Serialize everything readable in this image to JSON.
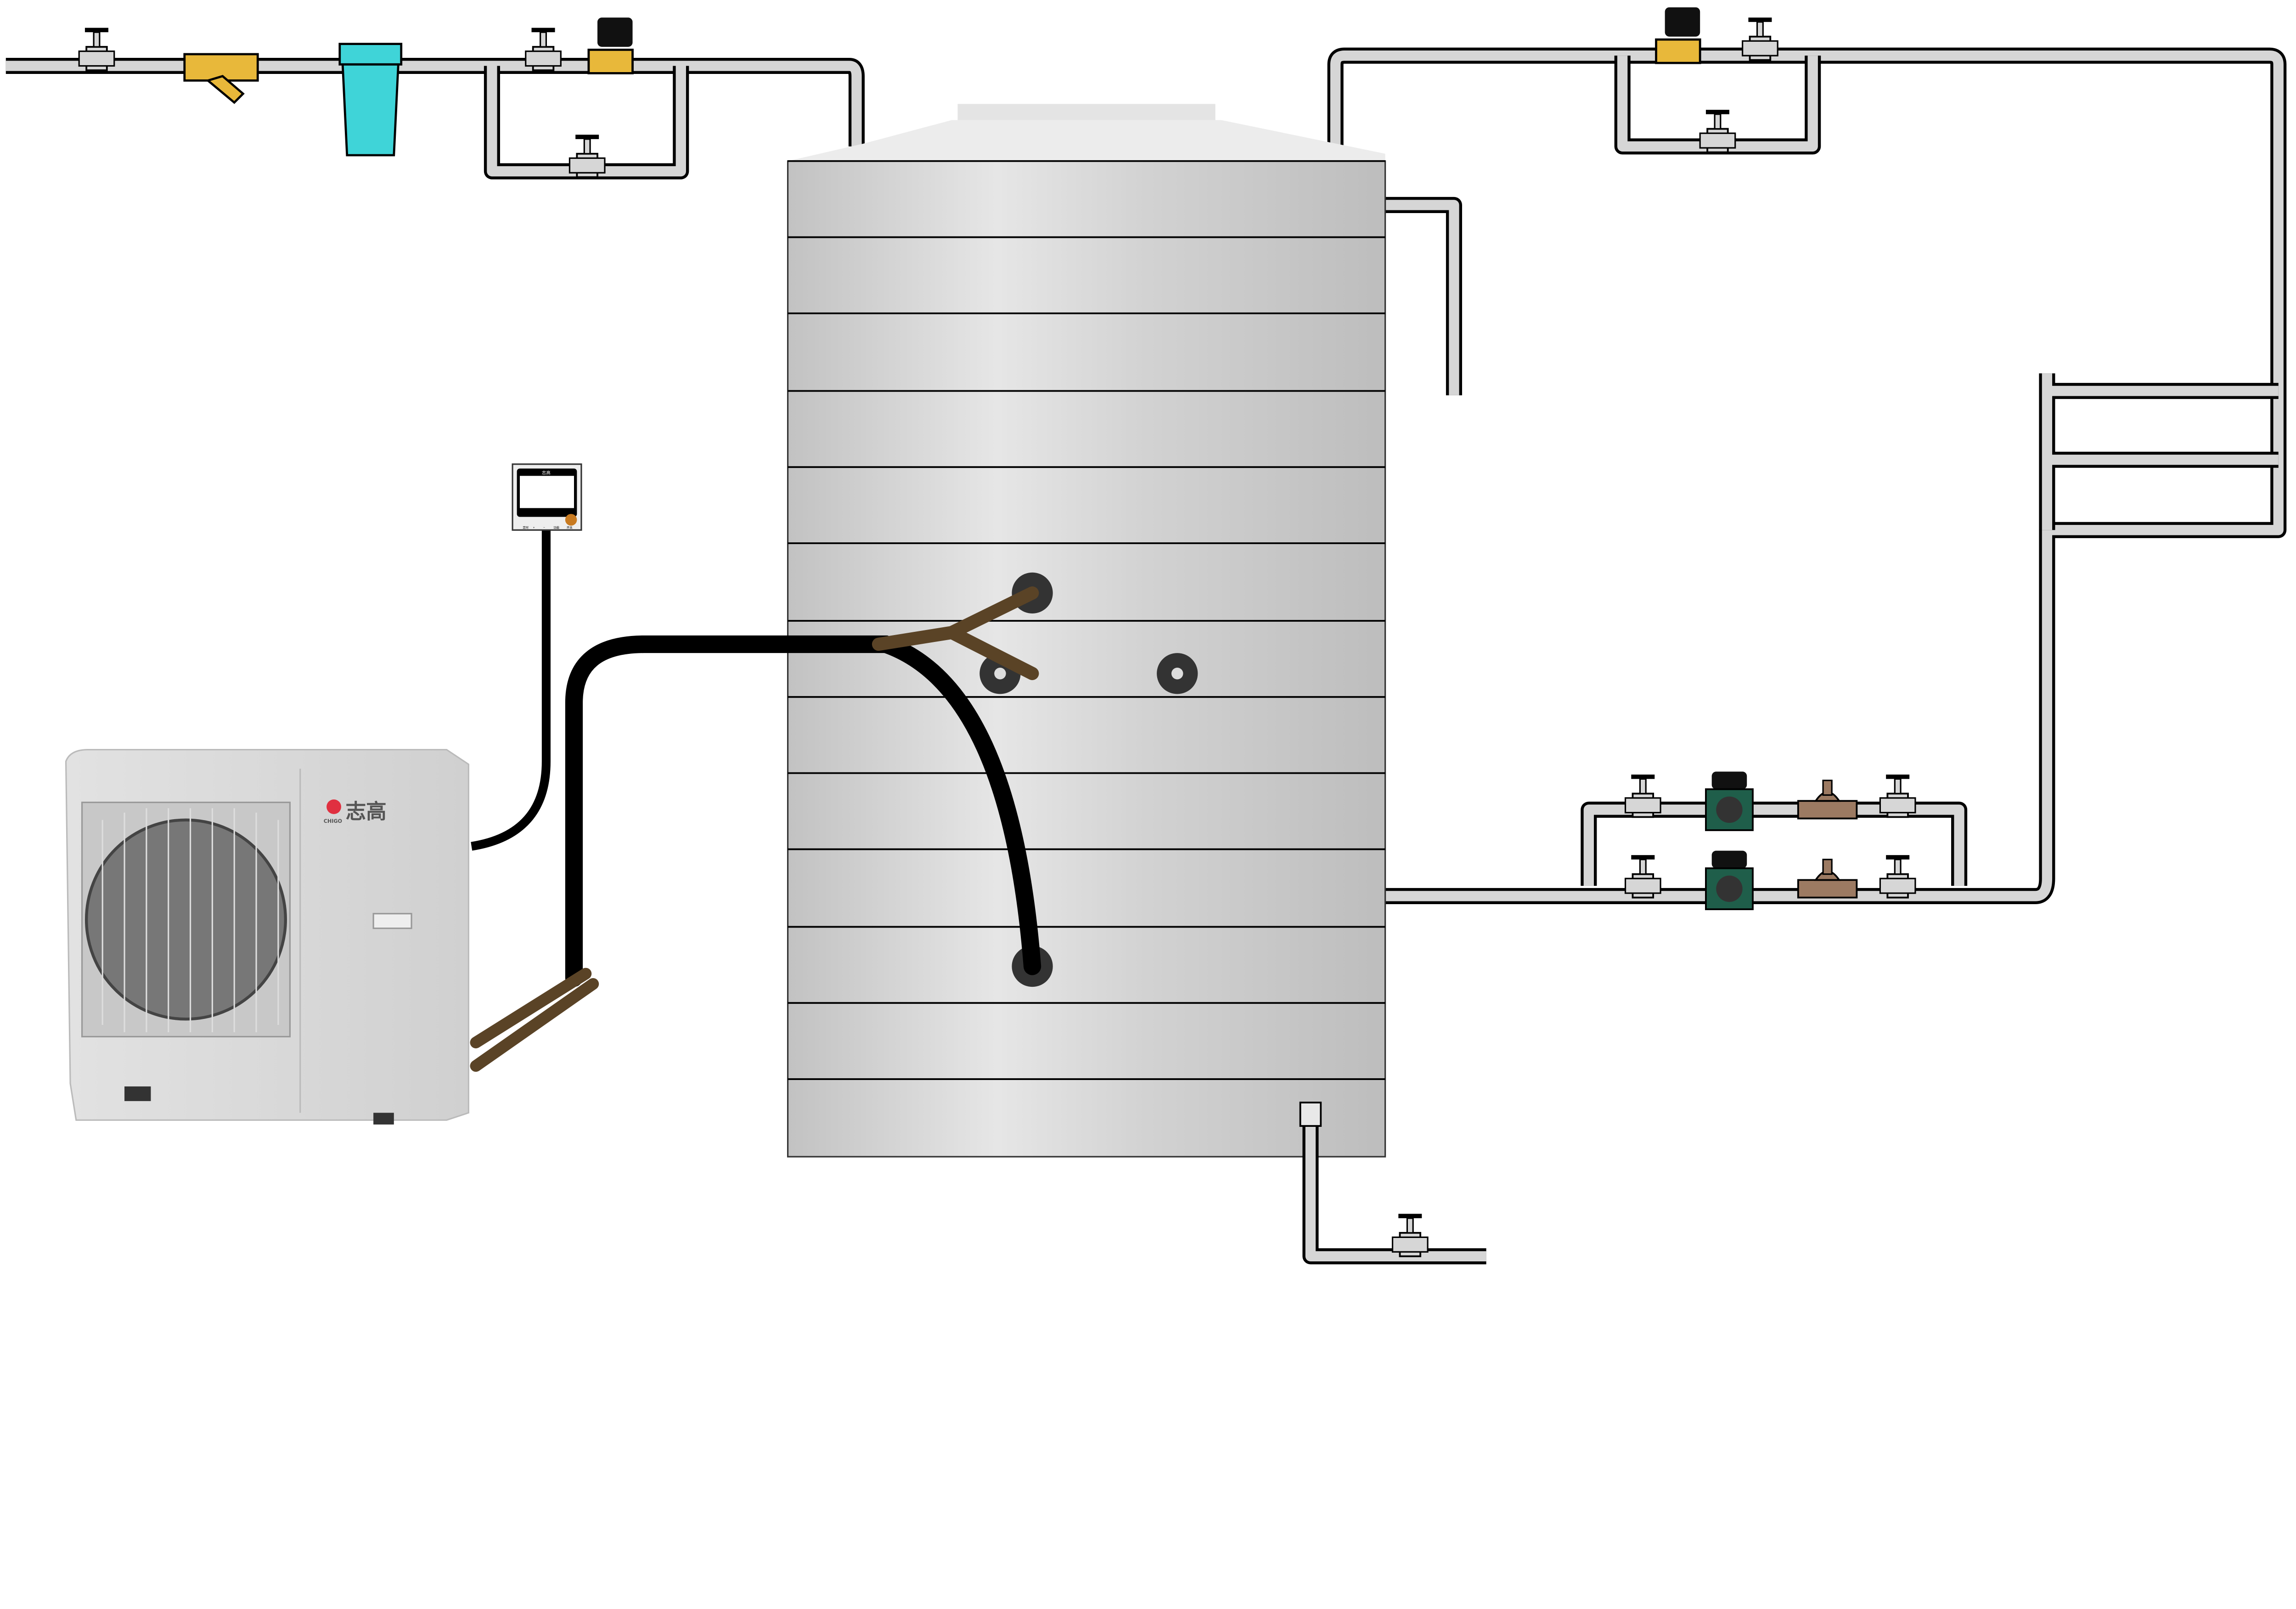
{
  "diagram": {
    "title": "Air-source heat pump water heating system",
    "heat_pump": {
      "brand_cn": "志高",
      "brand_en": "CHIGO"
    },
    "controller": {
      "brand_cn": "志高",
      "buttons": [
        "定时",
        "+",
        "−",
        "功能"
      ],
      "power_label": "开关"
    },
    "colors": {
      "pipe": "#d6d6d6",
      "valve_yellow": "#e8b83a",
      "filter_cyan": "#3fd4d8",
      "pump_green": "#1f5e4a",
      "check_valve_brown": "#9c7a62",
      "refrigerant_brown": "#5a4326",
      "tank": "#cfcfcf"
    }
  }
}
